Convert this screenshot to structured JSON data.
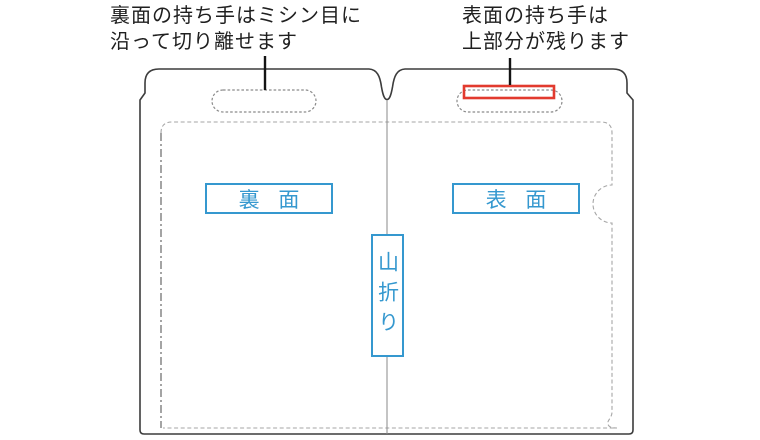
{
  "diagram": {
    "title": "bag-handle-perforation-diagram",
    "annotations": {
      "left": {
        "line1": "裏面の持ち手はミシン目に",
        "line2": "沿って切り離せます"
      },
      "right": {
        "line1": "表面の持ち手は",
        "line2": "上部分が残ります"
      }
    },
    "labels": {
      "back_panel": "裏 面",
      "front_panel": "表 面",
      "mountain_fold": "山折り"
    },
    "colors": {
      "label_blue": "#3598cf",
      "highlight_red": "#e23a2e",
      "ink": "#1f1f1f"
    }
  }
}
